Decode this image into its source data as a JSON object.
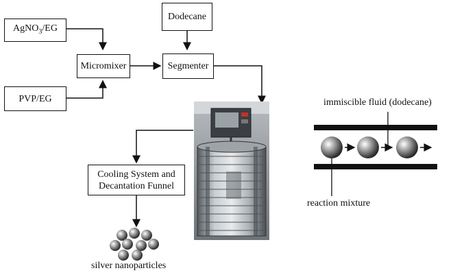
{
  "boxes": {
    "agno3": {
      "name": "AgNO",
      "sub": "3",
      "rest": "/EG"
    },
    "pvp": "PVP/EG",
    "micromixer": "Micromixer",
    "dodecane": "Dodecane",
    "segmenter": "Segmenter",
    "cooling_line1": "Cooling System and",
    "cooling_line2": "Decantation Funnel"
  },
  "labels": {
    "product": "silver nanoparticles",
    "immiscible": "immiscible fluid (dodecane)",
    "reaction": "reaction mixture"
  },
  "colors": {
    "line": "#111111",
    "background": "#ffffff"
  }
}
